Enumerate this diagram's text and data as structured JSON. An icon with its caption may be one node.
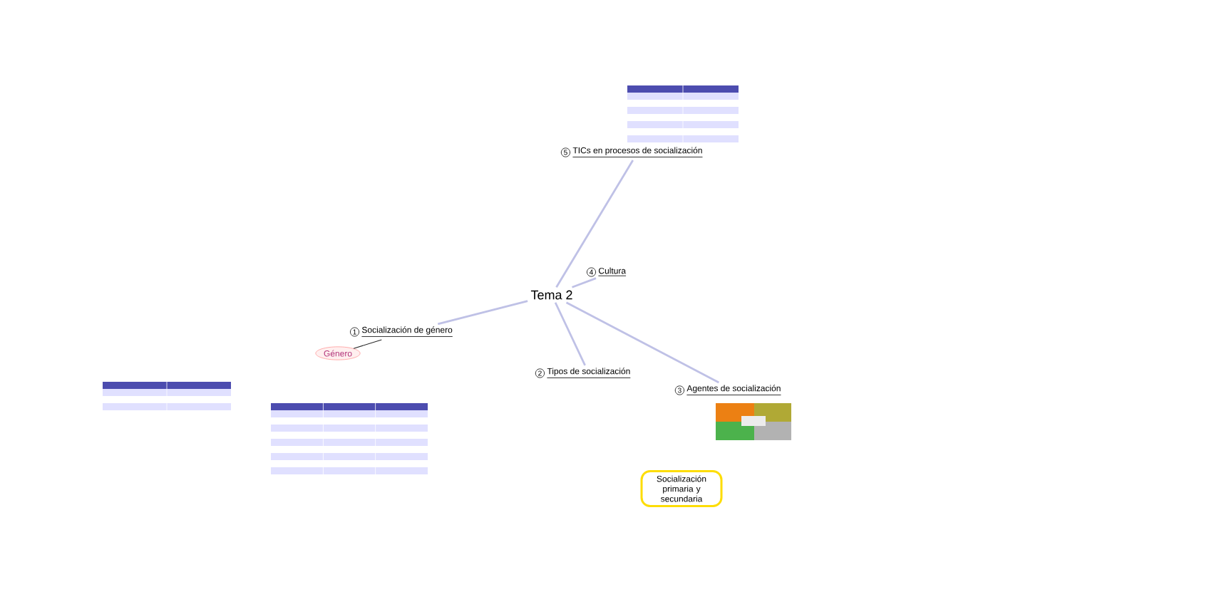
{
  "diagram": {
    "nodes": [
      {
        "text": [
          "Tema 2"
        ]
      },
      {
        "text": [
          "1",
          "Socialización de género"
        ]
      },
      {
        "text": [
          "Género"
        ]
      },
      {
        "text": [
          "2",
          "Tipos de socialización"
        ]
      },
      {
        "text": [
          "3",
          "Agentes de socialización"
        ]
      },
      {
        "text": [
          "Socialización primaria y secundaria"
        ]
      },
      {
        "text": [
          "4",
          "Cultura"
        ]
      },
      {
        "text": [
          "5",
          "TICs en procesos de socialización"
        ]
      }
    ],
    "edges": [
      {
        "from": 0,
        "to": 1,
        "arrow": "none"
      },
      {
        "from": 0,
        "to": 3,
        "arrow": "none"
      },
      {
        "from": 0,
        "to": 4,
        "arrow": "none"
      },
      {
        "from": 0,
        "to": 6,
        "arrow": "none"
      },
      {
        "from": 0,
        "to": 7,
        "arrow": "none"
      },
      {
        "from": 1,
        "to": 2,
        "arrow": "none",
        "color": "#222222"
      }
    ]
  }
}
